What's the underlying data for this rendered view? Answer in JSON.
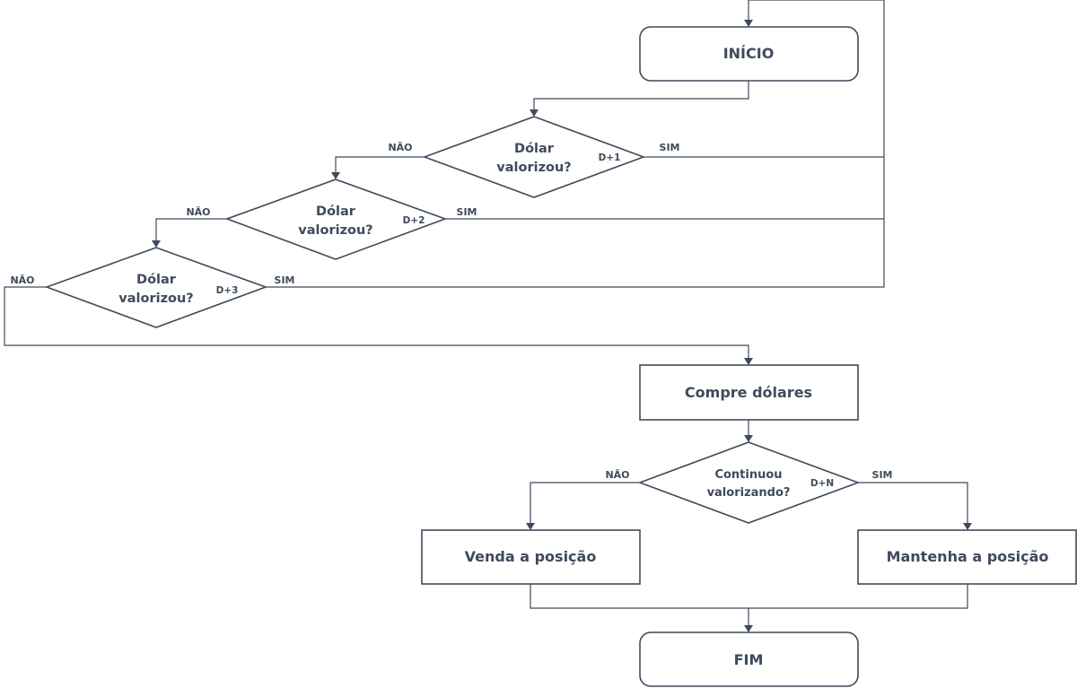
{
  "nodes": {
    "start": "INÍCIO",
    "buy": "Compre dólares",
    "sell": "Venda a posição",
    "hold": "Mantenha a posição",
    "end": "FIM"
  },
  "decisions": [
    {
      "line1": "Dólar",
      "line2": "valorizou?",
      "tag": "D+1",
      "no": "NÃO",
      "yes": "SIM"
    },
    {
      "line1": "Dólar",
      "line2": "valorizou?",
      "tag": "D+2",
      "no": "NÃO",
      "yes": "SIM"
    },
    {
      "line1": "Dólar",
      "line2": "valorizou?",
      "tag": "D+3",
      "no": "NÃO",
      "yes": "SIM"
    },
    {
      "line1": "Continuou",
      "line2": "valorizando?",
      "tag": "D+N",
      "no": "NÃO",
      "yes": "SIM"
    }
  ]
}
